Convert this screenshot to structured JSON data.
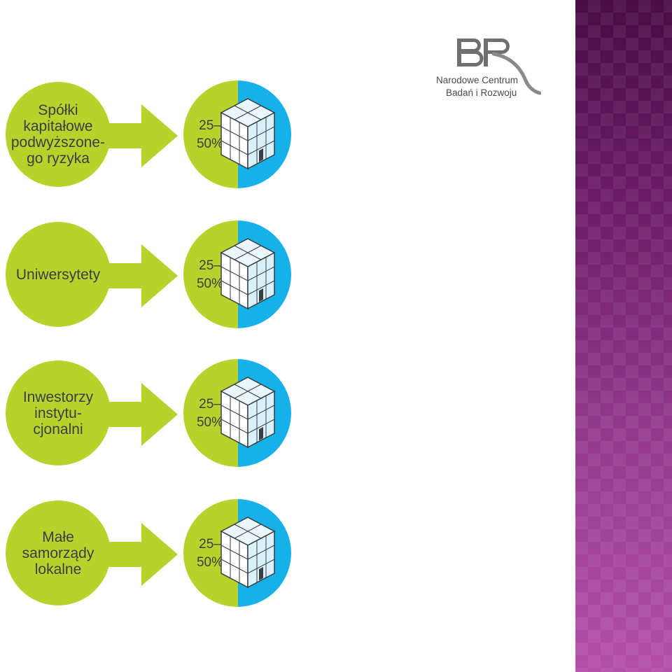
{
  "logo": {
    "mark": "BR",
    "line1": "Narodowe Centrum",
    "line2": "Badań i Rozwoju"
  },
  "rows": [
    {
      "label": "Spółki\nkapitałowe\npodwyższone-\ngo ryzyka",
      "range_top": "25–",
      "range_bottom": "50%"
    },
    {
      "label": "Uniwersytety",
      "range_top": "25–",
      "range_bottom": "50%"
    },
    {
      "label": "Inwestorzy\ninstytu-\ncjonalni",
      "range_top": "25–",
      "range_bottom": "50%"
    },
    {
      "label": "Małe\nsamorządy\nlokalne",
      "range_top": "25–",
      "range_bottom": "50%"
    }
  ],
  "colors": {
    "green": "#b6d22b",
    "blue": "#16b1e9",
    "text": "#3a3f44",
    "band": "#7a2574"
  }
}
